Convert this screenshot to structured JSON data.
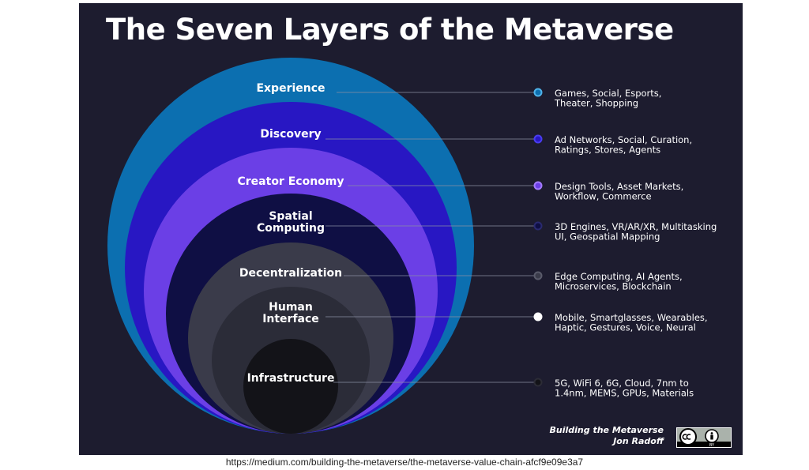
{
  "title": "The Seven Layers of the Metaverse",
  "colors": {
    "background": "#1d1c2f",
    "experience": "#0c6fb0",
    "discovery": "#2817c3",
    "creator_economy": "#6b3fe6",
    "spatial_computing": "#0f0f44",
    "decentralization": "#3a3b4a",
    "human_interface": "#2b2c38",
    "infrastructure": "#131318",
    "connector": "#8a8fa3"
  },
  "layers": [
    {
      "name": "Experience",
      "lines": [
        "Experience"
      ],
      "description": [
        "Games, Social, Esports,",
        "Theater, Shopping"
      ]
    },
    {
      "name": "Discovery",
      "lines": [
        "Discovery"
      ],
      "description": [
        "Ad Networks, Social, Curation,",
        "Ratings, Stores, Agents"
      ]
    },
    {
      "name": "Creator Economy",
      "lines": [
        "Creator Economy"
      ],
      "description": [
        "Design Tools, Asset Markets,",
        "Workflow, Commerce"
      ]
    },
    {
      "name": "Spatial Computing",
      "lines": [
        "Spatial",
        "Computing"
      ],
      "description": [
        "3D Engines, VR/AR/XR, Multitasking",
        "UI, Geospatial Mapping"
      ]
    },
    {
      "name": "Decentralization",
      "lines": [
        "Decentralization"
      ],
      "description": [
        "Edge Computing, AI Agents,",
        "Microservices, Blockchain"
      ]
    },
    {
      "name": "Human Interface",
      "lines": [
        "Human",
        "Interface"
      ],
      "description": [
        "Mobile, Smartglasses, Wearables,",
        "Haptic, Gestures, Voice, Neural"
      ]
    },
    {
      "name": "Infrastructure",
      "lines": [
        "Infrastructure"
      ],
      "description": [
        "5G, WiFi 6, 6G, Cloud, 7nm to",
        "1.4nm, MEMS, GPUs, Materials"
      ]
    }
  ],
  "credit": {
    "line1": "Building the Metaverse",
    "line2": "Jon Radoff"
  },
  "license_badge": {
    "icons": [
      "creative-commons-icon",
      "attribution-icon"
    ],
    "label": "BY"
  },
  "source_url": "https://medium.com/building-the-metaverse/the-metaverse-value-chain-afcf9e09e3a7"
}
